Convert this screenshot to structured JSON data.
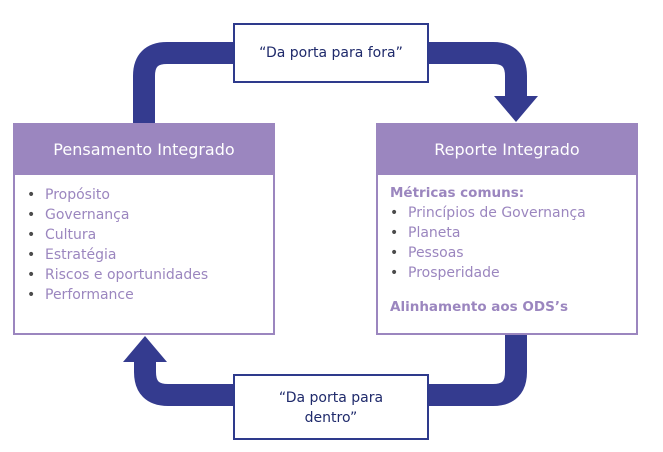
{
  "colors": {
    "arrow": "#343b8f",
    "panel_accent": "#9b86bf",
    "quote_border": "#2e3a8c",
    "quote_text": "#1f2a6b"
  },
  "top_quote": "“Da porta para fora”",
  "bottom_quote": {
    "line1": "“Da porta para",
    "line2": "dentro”"
  },
  "left_panel": {
    "title": "Pensamento Integrado",
    "items": [
      "Propósito",
      "Governança",
      "Cultura",
      "Estratégia",
      "Riscos e oportunidades",
      "Performance"
    ]
  },
  "right_panel": {
    "title": "Reporte Integrado",
    "subheading": "Métricas comuns:",
    "items": [
      "Princípios de Governança",
      "Planeta",
      "Pessoas",
      "Prosperidade"
    ],
    "footer": "Alinhamento aos ODS’s"
  },
  "bullet_char": "•"
}
